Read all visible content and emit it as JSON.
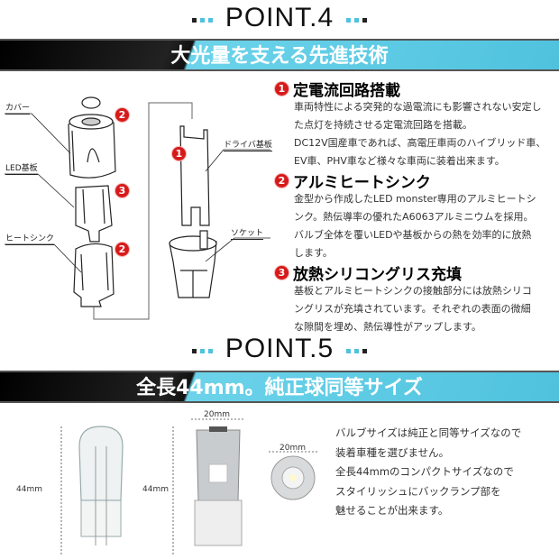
{
  "point4": {
    "title": "POINT.4",
    "banner": "大光量を支える先進技術",
    "labels": {
      "cover": "カバー",
      "led_board": "LED基板",
      "heatsink": "ヒートシンク",
      "driver_board": "ドライバ基板",
      "socket": "ソケット"
    },
    "features": [
      {
        "num": "1",
        "title": "定電流回路搭載",
        "lines": [
          "車両特性による突発的な過電流にも影響されない安定し",
          "た点灯を持続させる定電流回路を搭載。",
          "DC12V国産車であれば、高電圧車両のハイブリッド車、",
          "EV車、PHV車など様々な車両に装着出来ます。"
        ]
      },
      {
        "num": "2",
        "title": "アルミヒートシンク",
        "lines": [
          "金型から作成したLED monster専用のアルミヒートシ",
          "ンク。熱伝導率の優れたA6063アルミニウムを採用。",
          "バルブ全体を覆いLEDや基板からの熱を効率的に放熱",
          "します。"
        ]
      },
      {
        "num": "3",
        "title": "放熱シリコングリス充填",
        "lines": [
          "基板とアルミヒートシンクの接触部分には放熱シリコ",
          "ングリスが充填されています。それぞれの表面の微細",
          "な隙間を埋め、熱伝導性がアップします。"
        ]
      }
    ],
    "badges": {
      "cover": "2",
      "led_board": "3",
      "heatsink": "2",
      "driver_board": "1"
    }
  },
  "point5": {
    "title": "POINT.5",
    "banner": "全長44mm。純正球同等サイズ",
    "dims": {
      "halogen_length": "44mm",
      "led_length": "44mm",
      "led_width": "20mm",
      "top_width": "20mm"
    },
    "lines": [
      "バルブサイズは純正と同等サイズなので",
      "装着車種を選びません。",
      "全長44mmのコンパクトサイズなので",
      "スタイリッシュにバックランプ部を",
      "魅せることが出来ます。"
    ]
  },
  "colors": {
    "accent": "#4fc2de",
    "badge": "#d61a1a"
  }
}
